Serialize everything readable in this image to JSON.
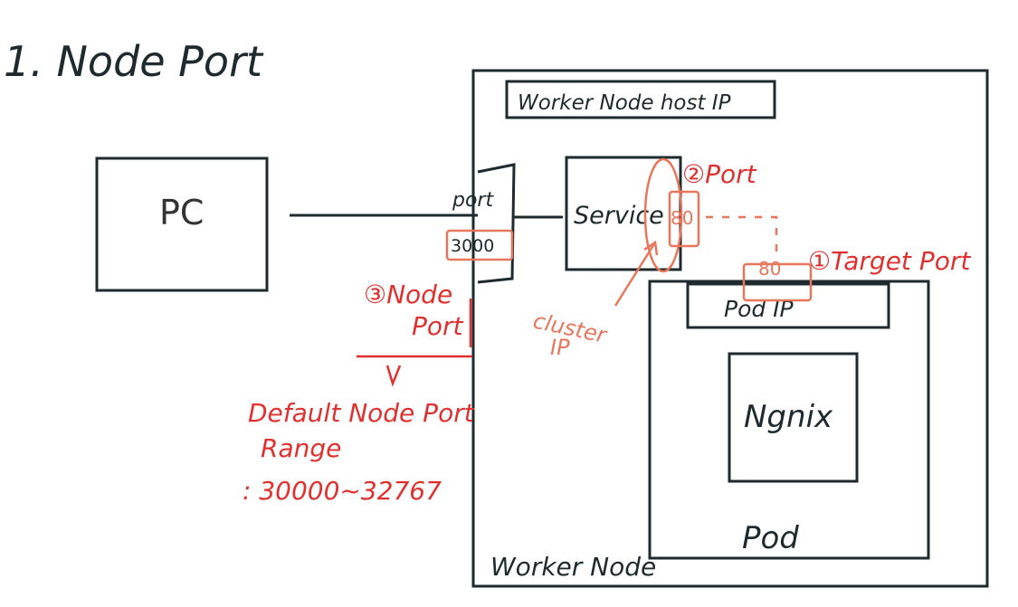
{
  "diagram": {
    "title": "1. Node Port",
    "pc_label": "PC",
    "worker_node_host_ip_label": "Worker Node host IP",
    "worker_node_label": "Worker Node",
    "port_box_label": "port",
    "port_number": "3000",
    "service_label": "Service",
    "service_port_number": "80",
    "port_annotation": "②Port",
    "target_port_number": "80",
    "target_port_annotation": "①Target Port",
    "pod_ip_label": "Pod IP",
    "nginx_label": "Ngnix",
    "pod_label": "Pod",
    "cluster_ip_line1": "cluster",
    "cluster_ip_line2": "IP",
    "node_port_annotation_line1": "③Node",
    "node_port_annotation_line2": "Port",
    "default_range_line1": "Default Node Port",
    "default_range_line2": "Range",
    "default_range_line3": ": 30000~32767",
    "colors": {
      "ink": "#1f2a2e",
      "annotation_red": "#e0312f",
      "annotation_orange": "#e8765b"
    }
  }
}
